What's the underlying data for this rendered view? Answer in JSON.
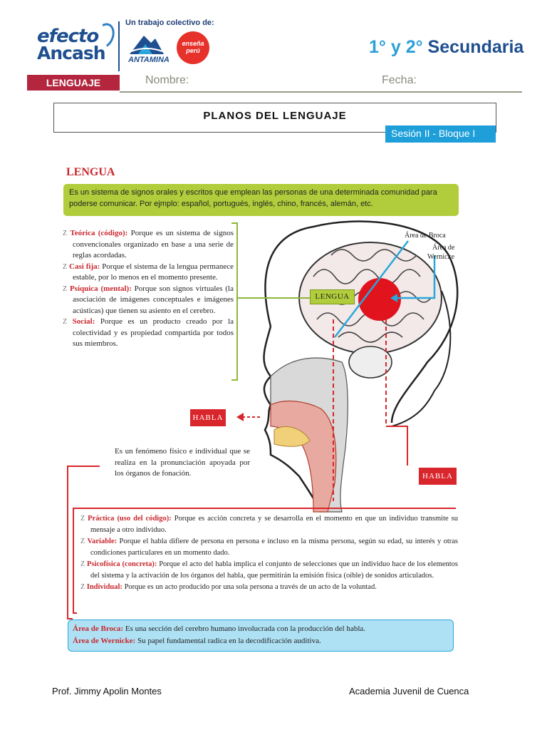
{
  "header": {
    "logo_line1": "efecto",
    "logo_line2": "Ancash",
    "collab_text": "Un trabajo colectivo de:",
    "antamina_text": "ANTAMINA",
    "ensena_text": "enseña perú",
    "grade_primary": "1° y 2°",
    "grade_secondary": " Secundaria",
    "subject": "LENGUAJE",
    "name_label": "Nombre:",
    "date_label": "Fecha:"
  },
  "title": {
    "text": "PLANOS DEL LENGUAJE",
    "session": "Sesión II - Bloque I"
  },
  "figure": {
    "lengua_heading": "LENGUA",
    "lengua_definition": "Es un sistema de signos orales y escritos que emplean las personas de una determinada comunidad para poderse comunicar. Por ejmplo: español, portugués, inglés, chino, francés, alemán, etc.",
    "lengua_characteristics": [
      {
        "marker": "Z",
        "term": "Teórica (código):",
        "text": " Porque es un sistema de signos convencionales organizado en base a una serie de reglas acordadas."
      },
      {
        "marker": "Z",
        "term": "Casi fija:",
        "text": " Porque el sistema de la lengua permanece estable, por lo menos en el momento presente."
      },
      {
        "marker": "Z",
        "term": "Psíquica (mental):",
        "text": " Porque son signos virtuales (la asociación de imágenes conceptuales e imágenes acústicas) que tienen su asiento en el cerebro."
      },
      {
        "marker": "Z",
        "term": "Social:",
        "text": " Porque es un producto creado por la colectividad y es propiedad compartida por todos sus miembros."
      }
    ],
    "lengua_tag": "LENGUA",
    "area_broca": "Área de Broca",
    "area_wernicke_1": "Área de",
    "area_wernicke_2": "Wernicke",
    "habla_tag_left": "HABLA",
    "habla_tag_right": "HABLA",
    "habla_definition": "Es un fenómeno físico e individual que se realiza en la pronunciación apoyada por los órganos de fonación.",
    "habla_characteristics": [
      {
        "marker": "Z",
        "term": "Práctica (uso del código):",
        "text": " Porque es acción concreta y se desarrolla en el momento en que un individuo transmite su mensaje a otro individuo."
      },
      {
        "marker": "Z",
        "term": "Variable:",
        "text": " Porque el habla difiere de persona en persona e incluso en la misma persona, según su edad, su interés y otras condiciones particulares en un momento dado."
      },
      {
        "marker": "Z",
        "term": "Psicofísica (concreta):",
        "text": " Porque el acto del habla implica el conjunto de selecciones que un individuo hace de los elementos del sistema y la activación de los órganos del habla, que permitirán la emisión física (oíble) de sonidos articulados."
      },
      {
        "marker": "Z",
        "term": "Individual:",
        "text": " Porque es un acto producido por una sola persona a través de un acto de la voluntad."
      }
    ],
    "broca_term": "Área de Broca:",
    "broca_text": " Es una sección del cerebro humano involucrada con la producción del habla.",
    "wernicke_term": "Área de Wernicke:",
    "wernicke_text": " Su papel fundamental radica en la decodificación auditiva."
  },
  "footer": {
    "left": "Prof. Jimmy Apolin Montes",
    "right": "Academia Juvenil de Cuenca"
  },
  "colors": {
    "brand_blue": "#1f4f8f",
    "accent_cyan": "#1e9fd9",
    "subject_red": "#b3263e",
    "term_red": "#c8282e",
    "green_box": "#b2cd3b",
    "blue_box": "#aee1f4"
  }
}
